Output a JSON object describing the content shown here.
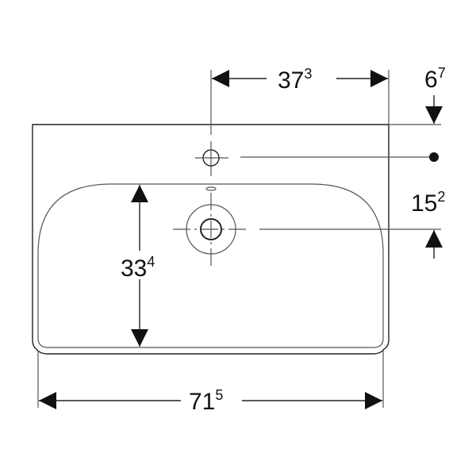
{
  "drawing": {
    "colors": {
      "line": "#222222",
      "background": "#ffffff"
    },
    "dimensions": {
      "tap_offset": {
        "main": "37",
        "sup": "3"
      },
      "tap_from_edge": {
        "main": "6",
        "sup": "7"
      },
      "tap_to_drain": {
        "main": "15",
        "sup": "2"
      },
      "basin_depth": {
        "main": "33",
        "sup": "4"
      },
      "overall_width": {
        "main": "71",
        "sup": "5"
      }
    }
  }
}
